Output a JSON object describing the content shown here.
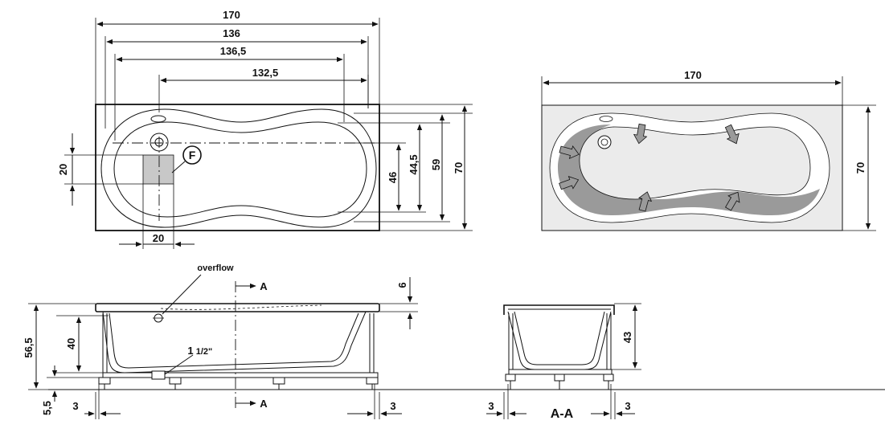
{
  "top_view": {
    "dims": {
      "overall_length": "170",
      "inner_length_a": "136",
      "inner_length_b": "136,5",
      "inner_length_c": "132,5",
      "depth_46": "46",
      "depth_44_5": "44,5",
      "depth_59": "59",
      "depth_70": "70",
      "drain_height": "20",
      "drain_width": "20"
    },
    "labels": {
      "fitting_marker": "F"
    }
  },
  "massage_view": {
    "dims": {
      "overall_length": "170",
      "overall_width": "70"
    }
  },
  "side_view": {
    "labels": {
      "overflow": "overflow",
      "pipe_main": "1",
      "pipe_fraction": "1/2\"",
      "section_top": "A",
      "section_bottom": "A"
    },
    "dims": {
      "rim_thickness": "6",
      "total_height": "56,5",
      "tub_depth": "40",
      "floor_gap": "5,5",
      "leg_offset_left": "3",
      "leg_offset_right": "3"
    }
  },
  "section_view": {
    "labels": {
      "title": "A-A"
    },
    "dims": {
      "height": "43",
      "leg_offset_left": "3",
      "leg_offset_right": "3"
    }
  },
  "colors": {
    "line": "#111111",
    "drain_fill": "#c8c8c8",
    "tub_light": "#ebebeb",
    "tub_dark": "#9a9a9a",
    "arrow_fill": "#9a9a9a"
  }
}
